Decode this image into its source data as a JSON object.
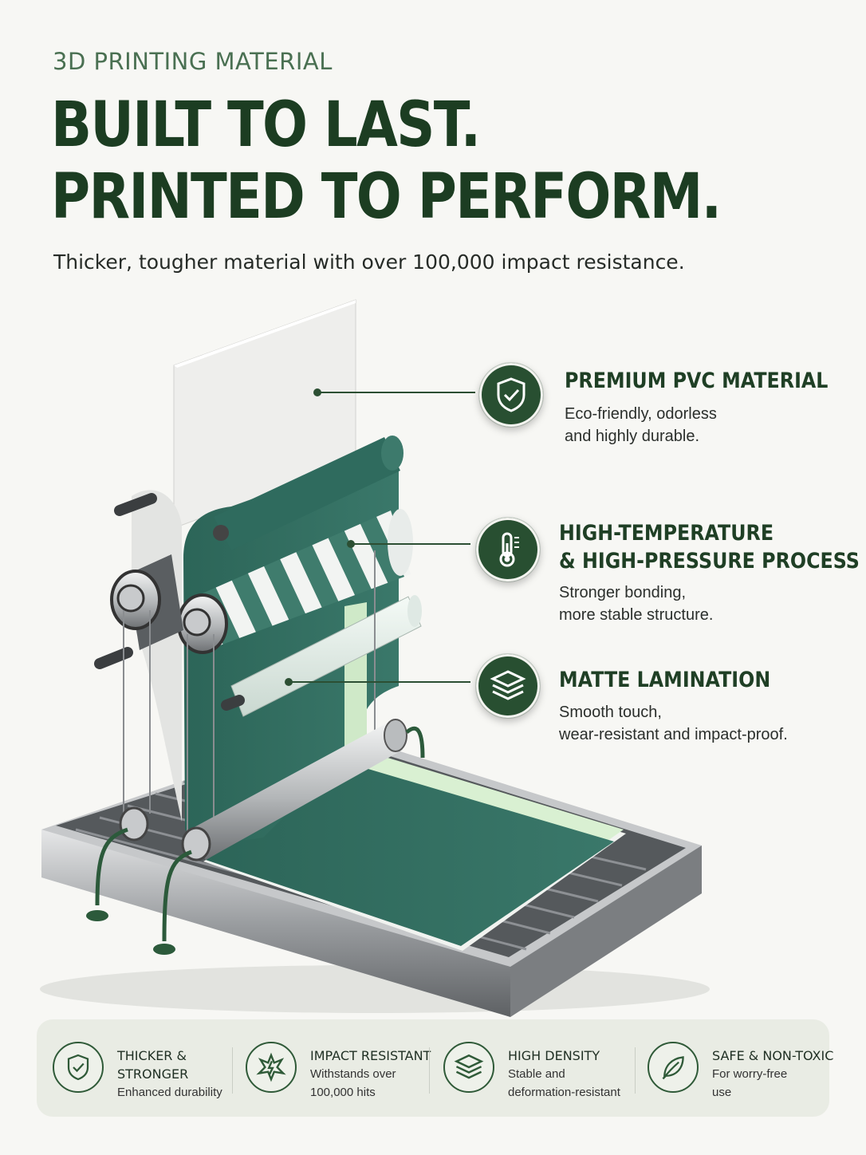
{
  "header": {
    "eyebrow": "3D PRINTING MATERIAL",
    "headline_line1": "BUILT TO LAST.",
    "headline_line2": "PRINTED TO PERFORM.",
    "subline": "Thicker, tougher material with over 100,000 impact resistance."
  },
  "features": [
    {
      "icon": "shield-check-icon",
      "title_lines": [
        "PREMIUM PVC MATERIAL"
      ],
      "desc_lines": [
        "Eco-friendly, odorless",
        "and highly durable."
      ]
    },
    {
      "icon": "thermometer-icon",
      "title_lines": [
        "HIGH-TEMPERATURE",
        "& HIGH-PRESSURE PROCESS"
      ],
      "desc_lines": [
        "Stronger bonding,",
        "more stable structure."
      ]
    },
    {
      "icon": "layers-icon",
      "title_lines": [
        "MATTE LAMINATION"
      ],
      "desc_lines": [
        "Smooth touch,",
        "wear-resistant and impact-proof."
      ]
    }
  ],
  "bottom_features": [
    {
      "icon": "shield-check-icon",
      "title_lines": [
        "THICKER &",
        "STRONGER"
      ],
      "desc_lines": [
        "Enhanced durability"
      ]
    },
    {
      "icon": "impact-burst-icon",
      "title_lines": [
        "IMPACT RESISTANT"
      ],
      "desc_lines": [
        "Withstands over",
        "100,000 hits"
      ]
    },
    {
      "icon": "layers-icon",
      "title_lines": [
        "HIGH DENSITY"
      ],
      "desc_lines": [
        "Stable and",
        "deformation-resistant"
      ]
    },
    {
      "icon": "leaf-icon",
      "title_lines": [
        "SAFE & NON-TOXIC"
      ],
      "desc_lines": [
        "For worry-free",
        "use"
      ]
    }
  ],
  "colors": {
    "brand_dark_green": "#1c3d22",
    "accent_teal": "#2f6b5e",
    "light_green": "#d6efd0",
    "background": "#f7f7f4"
  }
}
